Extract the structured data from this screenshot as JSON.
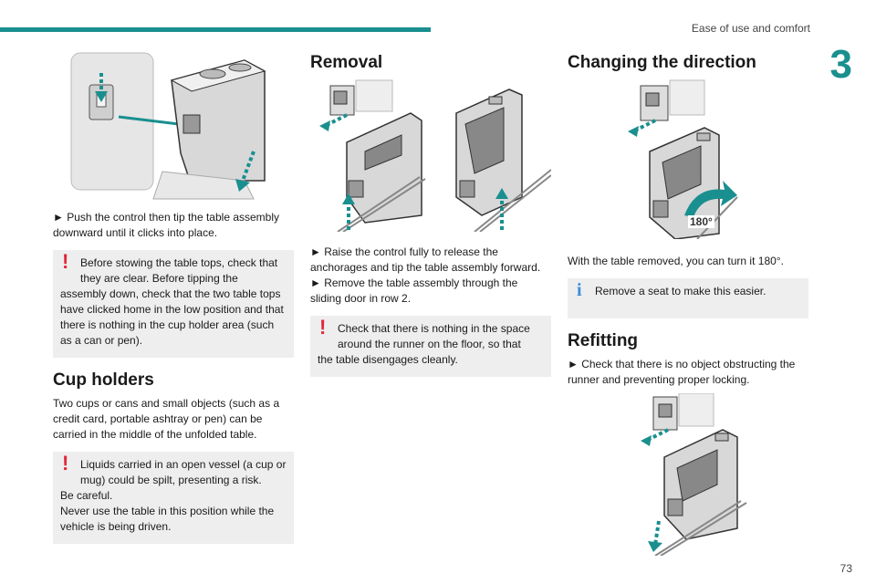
{
  "header": {
    "title": "Ease of use and comfort",
    "chapter": "3"
  },
  "col1": {
    "push_text": "► Push the control then tip the table assembly downward until it clicks into place.",
    "note1_first": "Before stowing the table tops, check that they are clear. Before tipping the",
    "note1_rest": "assembly down, check that the two table tops have clicked home in the low position and that there is nothing in the cup holder area (such as a can or pen).",
    "cup_title": "Cup holders",
    "cup_text": "Two cups or cans and small objects (such as a credit card, portable ashtray or pen) can be carried in the middle of the unfolded table.",
    "note2_first": "Liquids carried in an open vessel (a cup or mug) could be spilt, presenting a risk.",
    "note2_rest1": "Be careful.",
    "note2_rest2": "Never use the table in this position while the vehicle is being driven."
  },
  "col2": {
    "title": "Removal",
    "text1": "► Raise the control fully to release the anchorages and tip the table assembly forward.",
    "text2": "► Remove the table assembly through the sliding door in row 2.",
    "note_first": "Check that there is nothing in the space around the runner on the floor, so that",
    "note_rest": "the table disengages cleanly."
  },
  "col3": {
    "title": "Changing the direction",
    "rotate_label": "180°",
    "text1": "With the table removed, you can turn it 180°.",
    "note_text": "Remove a seat to make this easier.",
    "refit_title": "Refitting",
    "refit_text": "► Check that there is no object obstructing the runner and preventing proper locking."
  },
  "page_number": "73",
  "colors": {
    "accent": "#1a8f8f",
    "warning": "#e32636",
    "info": "#3a8fd8",
    "note_bg": "#eeeeee"
  }
}
